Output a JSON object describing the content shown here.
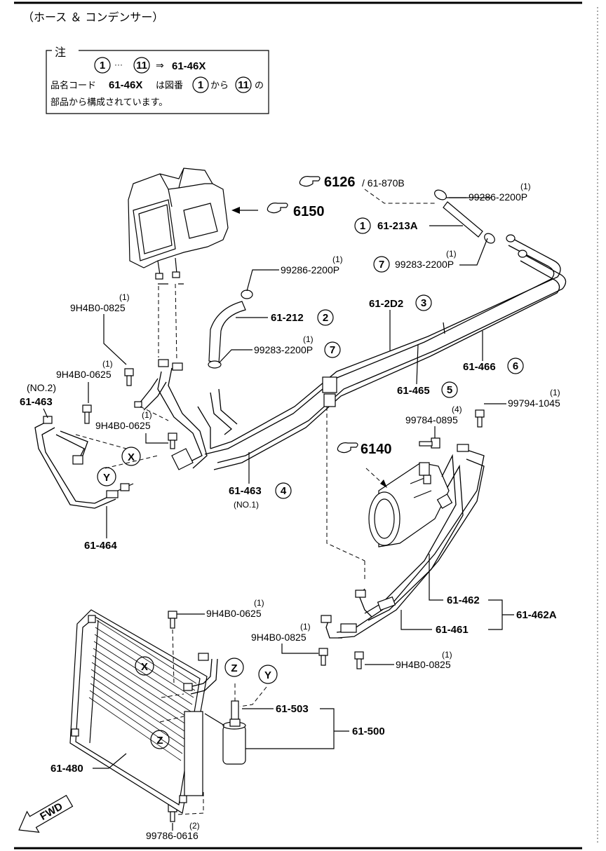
{
  "title": "（ホース ＆ コンデンサー）",
  "note": {
    "heading": "注",
    "range_start": "1",
    "range_sep": "···",
    "range_end": "11",
    "arrow": "⇒",
    "assembly": "61-46X",
    "line2_a": "品名コード",
    "line2_code": "61-46X",
    "line2_b": "は図番",
    "line2_c": "から",
    "line2_d": "の",
    "line3": "部品から構成されています。"
  },
  "refs": {
    "r6126": "6126",
    "r6126_sub": "/ 61-870B",
    "r6150": "6150",
    "r6140": "6140"
  },
  "labels": {
    "p99286_top": "99286-2200P",
    "p99286_top_q": "(1)",
    "p61_213A": "61-213A",
    "c1": "1",
    "p99283_top": "99283-2200P",
    "p99283_top_q": "(1)",
    "c7a": "7",
    "p99286_mid": "99286-2200P",
    "p99286_mid_q": "(1)",
    "p61_212": "61-212",
    "c2": "2",
    "p61_2D2": "61-2D2",
    "c3": "3",
    "p99283_mid": "99283-2200P",
    "p99283_mid_q": "(1)",
    "c7b": "7",
    "p61_466": "61-466",
    "c6": "6",
    "p61_465": "61-465",
    "c5": "5",
    "p9H4B0_0825_a": "9H4B0-0825",
    "p9H4B0_0825_a_q": "(1)",
    "p9H4B0_0625_a": "9H4B0-0625",
    "p9H4B0_0625_a_q": "(1)",
    "no2": "(NO.2)",
    "p61_463_top": "61-463",
    "p9H4B0_0625_b": "9H4B0-0625",
    "p9H4B0_0625_b_q": "(1)",
    "cX": "X",
    "cY": "Y",
    "p61_463_no1": "61-463",
    "c4": "4",
    "no1": "(NO.1)",
    "p61_464": "61-464",
    "p99794": "99794-1045",
    "p99794_q": "(1)",
    "p99784": "99784-0895",
    "p99784_q": "(4)",
    "p61_462": "61-462",
    "p61_462A": "61-462A",
    "p61_461": "61-461",
    "p9H4B0_0625_c": "9H4B0-0625",
    "p9H4B0_0625_c_q": "(1)",
    "p9H4B0_0825_b": "9H4B0-0825",
    "p9H4B0_0825_b_q": "(1)",
    "p9H4B0_0825_c": "9H4B0-0825",
    "p9H4B0_0825_c_q": "(1)",
    "cX2": "X",
    "cZ": "Z",
    "cY2": "Y",
    "cZ2": "Z",
    "p61_503": "61-503",
    "p61_500": "61-500",
    "p61_480": "61-480",
    "p99786": "99786-0616",
    "p99786_q": "(2)",
    "fwd": "FWD"
  }
}
